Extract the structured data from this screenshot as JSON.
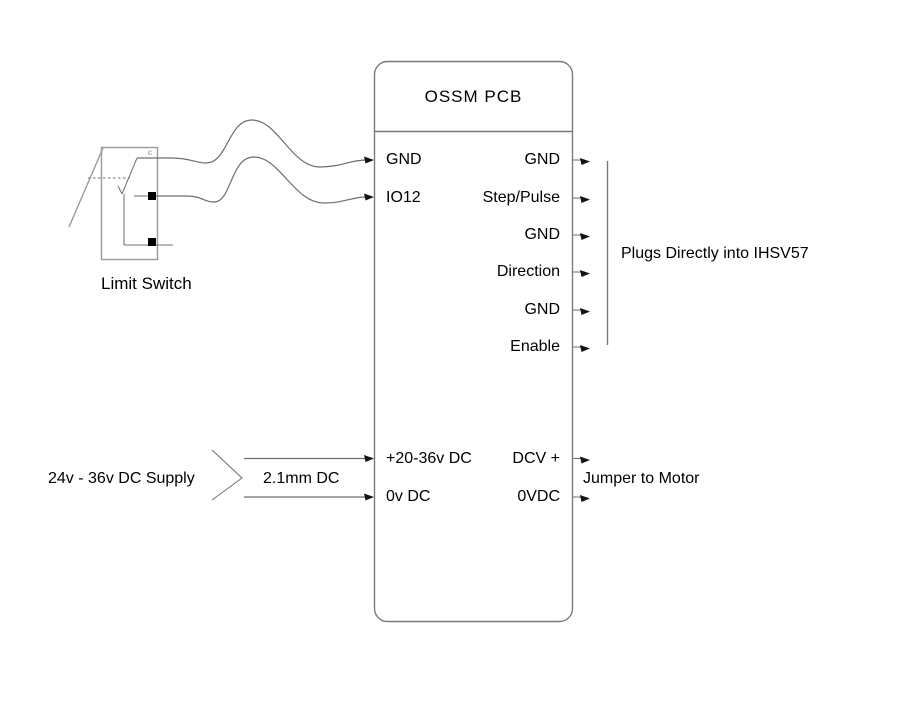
{
  "diagram": {
    "pcb": {
      "title": "OSSM PCB",
      "left_pins": [
        "GND",
        "IO12"
      ],
      "right_pins": [
        "GND",
        "Step/Pulse",
        "GND",
        "Direction",
        "GND",
        "Enable"
      ],
      "power_left_pins": [
        "+20-36v DC",
        "0v DC"
      ],
      "power_right_pins": [
        "DCV +",
        "0VDC"
      ]
    },
    "annotations": {
      "limit_switch": "Limit Switch",
      "driver_note": "Plugs Directly into IHSV57",
      "motor_note": "Jumper to Motor",
      "supply": "24v - 36v DC Supply",
      "connector": "2.1mm DC",
      "switch_common": "c"
    },
    "colors": {
      "background": "#ffffff",
      "box_stroke": "#7a7a7a",
      "wire_stroke": "#6e6e6e",
      "switch_stroke": "#9b9b9b",
      "arrow_fill": "#141414",
      "text": "#000000"
    }
  }
}
